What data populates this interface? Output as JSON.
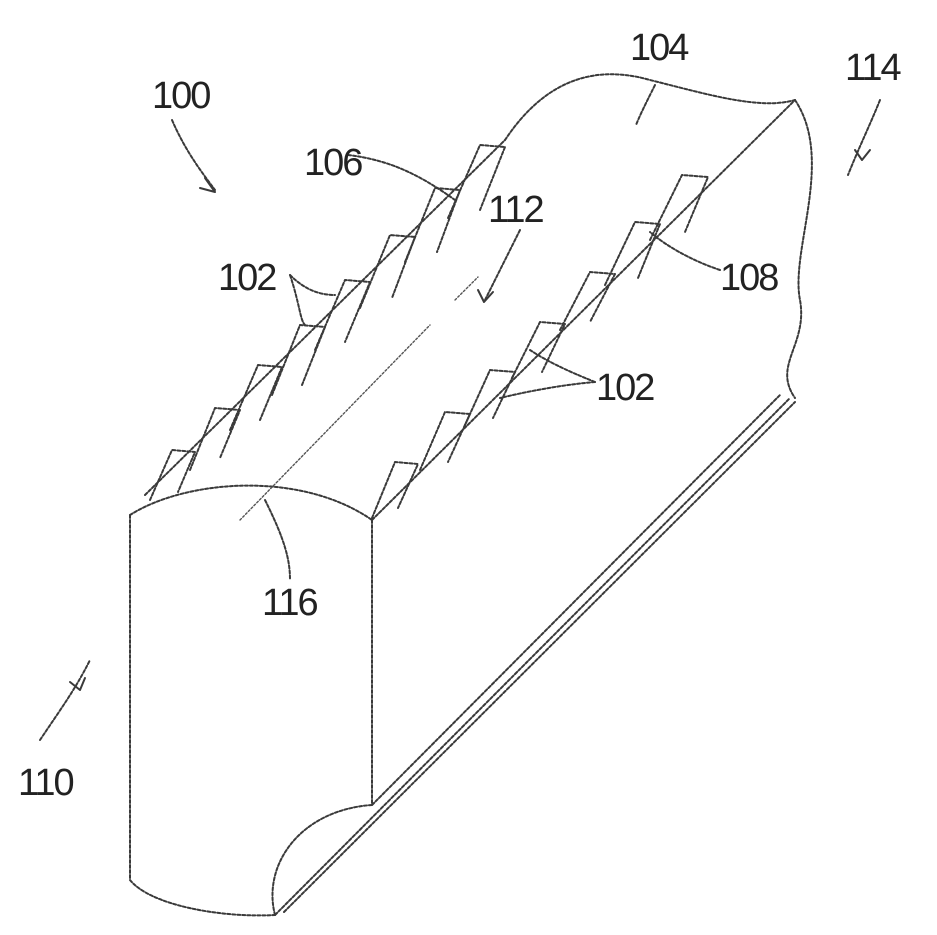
{
  "figure": {
    "labels": {
      "device": "100",
      "tabs_upper": "102",
      "tabs_lower": "102",
      "sheet": "104",
      "edge_upper": "106",
      "edge_lower": "108",
      "end_front": "110",
      "channel": "112",
      "end_back": "114",
      "axis": "116"
    }
  }
}
